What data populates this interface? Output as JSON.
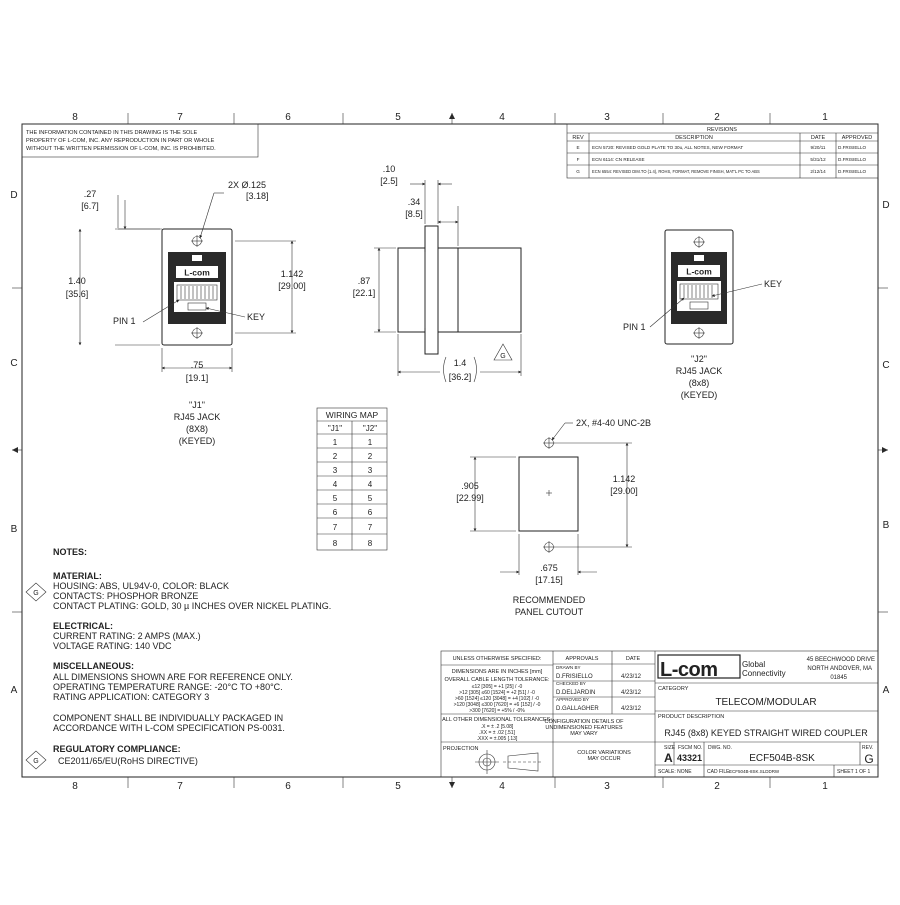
{
  "zones": {
    "columns": [
      "8",
      "7",
      "6",
      "5",
      "4",
      "3",
      "2",
      "1"
    ],
    "rows": [
      "D",
      "C",
      "B",
      "A"
    ]
  },
  "disclaimer": [
    "THE INFORMATION CONTAINED IN THIS DRAWING IS THE SOLE",
    "PROPERTY OF L-COM, INC. ANY REPRODUCTION IN PART OR WHOLE",
    "WITHOUT THE WRITTEN PERMISSION OF L-COM, INC. IS PROHIBITED."
  ],
  "revisions": {
    "title": "REVISIONS",
    "headers": [
      "REV",
      "DESCRIPTION",
      "DATE",
      "APPROVED"
    ],
    "rows": [
      {
        "rev": "E",
        "description": "ECN 5720: REVISED GOLD PLATE TO 30u, ALL NOTES, NEW FORMAT",
        "date": "9/20/11",
        "approved": "D.FRISIELLO"
      },
      {
        "rev": "F",
        "description": "ECN 6114: CN RELEASE",
        "date": "5/31/12",
        "approved": "D.FRISIELLO"
      },
      {
        "rev": "G",
        "description": "ECN 6554: REVISED DIM.TO (1.4), ROHS, FORMAT, REMOVE FINISH, MAT'L PC TO ABS",
        "date": "2/12/14",
        "approved": "D.FRISIELLO"
      }
    ]
  },
  "front_view_j1": {
    "dim_width_top": ".27",
    "dim_width_top_mm": "[6.7]",
    "dim_holes": "2X Ø.125",
    "dim_holes_mm": "[3.18]",
    "dim_height": "1.40",
    "dim_height_mm": "[35.6]",
    "dim_hole_spacing": "1.142",
    "dim_hole_spacing_mm": "[29.00]",
    "dim_width": ".75",
    "dim_width_mm": "[19.1]",
    "pin_label": "PIN 1",
    "key_label": "KEY",
    "logo": "L-com",
    "caption": [
      "\"J1\"",
      "RJ45 JACK",
      "(8X8)",
      "(KEYED)"
    ]
  },
  "side_view": {
    "dim_flange": ".10",
    "dim_flange_mm": "[2.5]",
    "dim_step": ".34",
    "dim_step_mm": "[8.5]",
    "dim_height": ".87",
    "dim_height_mm": "[22.1]",
    "dim_length": "1.4",
    "dim_length_mm": "[36.2]",
    "rev_flag": "G"
  },
  "front_view_j2": {
    "key_label": "KEY",
    "pin_label": "PIN 1",
    "logo": "L-com",
    "caption": [
      "\"J2\"",
      "RJ45 JACK",
      "(8x8)",
      "(KEYED)"
    ]
  },
  "wiring_map": {
    "title": "WIRING MAP",
    "headers": [
      "\"J1\"",
      "\"J2\""
    ],
    "rows": [
      [
        "1",
        "1"
      ],
      [
        "2",
        "2"
      ],
      [
        "3",
        "3"
      ],
      [
        "4",
        "4"
      ],
      [
        "5",
        "5"
      ],
      [
        "6",
        "6"
      ],
      [
        "7",
        "7"
      ],
      [
        "8",
        "8"
      ]
    ]
  },
  "panel_cutout": {
    "screw_label": "2X, #4-40 UNC-2B",
    "dim_height": ".905",
    "dim_height_mm": "[22.99]",
    "dim_hole_spacing": "1.142",
    "dim_hole_spacing_mm": "[29.00]",
    "dim_width": ".675",
    "dim_width_mm": "[17.15]",
    "caption": [
      "RECOMMENDED",
      "PANEL CUTOUT"
    ]
  },
  "notes": {
    "title": "NOTES:",
    "material_title": "MATERIAL:",
    "material": [
      "HOUSING: ABS, UL94V-0, COLOR: BLACK",
      "CONTACTS: PHOSPHOR BRONZE",
      "CONTACT PLATING: GOLD, 30 µ INCHES OVER NICKEL PLATING."
    ],
    "electrical_title": "ELECTRICAL:",
    "electrical": [
      "CURRENT RATING: 2 AMPS (MAX.)",
      "VOLTAGE RATING: 140 VDC"
    ],
    "misc_title": "MISCELLANEOUS:",
    "misc": [
      "ALL DIMENSIONS SHOWN ARE FOR REFERENCE ONLY.",
      "OPERATING TEMPERATURE RANGE: -20°C TO +80°C.",
      "RATING APPLICATION: CATEGORY 3"
    ],
    "packaging": [
      "COMPONENT SHALL BE INDIVIDUALLY PACKAGED IN",
      "ACCORDANCE WITH L-COM SPECIFICATION PS-0031."
    ],
    "regulatory_title": "REGULATORY COMPLIANCE:",
    "regulatory": "CE2011/65/EU(RoHS DIRECTIVE)",
    "rev_flag": "G"
  },
  "title_block": {
    "unless": "UNLESS OTHERWISE SPECIFIED:",
    "dims_in": "DIMENSIONS ARE IN INCHES [mm]",
    "cable_tol_title": "OVERALL CABLE LENGTH TOLERANCE:",
    "cable_tol": [
      "≤12 [305] = +1 [25] / -0",
      ">12 [305] ≤60 [1524] = +2 [51] / -0",
      ">60 [1524] ≤120 [3048] = +4 [102] / -0",
      ">120 [3048] ≤300 [7620] = +6 [152] / -0",
      ">300 [7620] = +5% / -0%"
    ],
    "dim_tol_title": "ALL OTHER DIMENSIONAL TOLERANCES:",
    "dim_tol": [
      ".X = ± .2 [5.08]",
      ".XX = ± .02 [.51]",
      ".XXX = ±.005 [.13]"
    ],
    "projection": "PROJECTION",
    "approvals": "APPROVALS",
    "date": "DATE",
    "drawn_by_label": "DRAWN BY",
    "drawn_by": "D.FRISIELLO",
    "drawn_date": "4/23/12",
    "checked_label": "CHECKED BY",
    "checked": "D.DELJARDIN",
    "checked_date": "4/23/12",
    "approved_label": "APPROVED BY",
    "approved": "D.GALLAGHER",
    "approved_date": "4/23/12",
    "config_note": [
      "CONFIGURATION DETAILS OF",
      "UNDIMENSIONED FEATURES",
      "MAY VARY"
    ],
    "color_note": [
      "COLOR VARIATIONS",
      "MAY OCCUR"
    ],
    "company_logo": "L-com",
    "company_tag": [
      "Global",
      "Connectivity"
    ],
    "address": [
      "45 BEECHWOOD DRIVE",
      "NORTH ANDOVER, MA",
      "01845"
    ],
    "category_label": "CATEGORY",
    "category": "TELECOM/MODULAR",
    "product_label": "PRODUCT DESCRIPTION",
    "product": "RJ45 (8x8) KEYED STRAIGHT WIRED COUPLER",
    "size_label": "SIZE",
    "size": "A",
    "fscm_label": "FSCM NO.",
    "fscm": "43321",
    "dwg_label": "DWG. NO.",
    "dwg": "ECF504B-8SK",
    "rev_label": "REV.",
    "rev": "G",
    "scale": "SCALE: NONE",
    "cad_label": "CAD FILE:",
    "cad_file": "ECF504B-8SK.SLDDRW",
    "sheet": "SHEET 1 OF 1"
  }
}
